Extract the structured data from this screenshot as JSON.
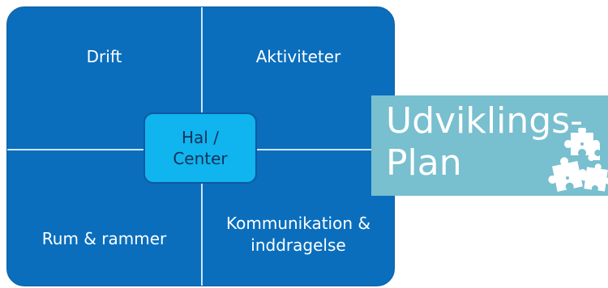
{
  "diagram": {
    "quadrants": {
      "top_left": "Drift",
      "top_right": "Aktiviteter",
      "bottom_left": "Rum & rammer",
      "bottom_right_line1": "Kommunikation &",
      "bottom_right_line2": "inddragelse"
    },
    "center": {
      "line1": "Hal /",
      "line2": "Center"
    }
  },
  "panel": {
    "title_line1": "Udviklings-",
    "title_line2": "Plan",
    "icon": "puzzle-pieces-icon"
  },
  "colors": {
    "board": "#0a6ebd",
    "center_box": "#10b4ee",
    "panel": "#78bfcf",
    "divider": "#cfe6f7"
  }
}
